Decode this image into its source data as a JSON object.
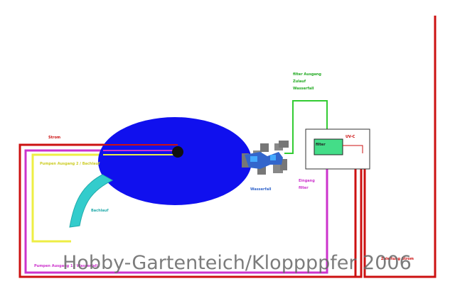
{
  "labels": {
    "strom": "Strom",
    "pumpen_ausgang_2": "Pumpen Ausgang 2 / Bachlauf",
    "bachlauf": "Bachlauf",
    "filter_ausgang": "filter Ausgang",
    "zulauf": "Zulauf",
    "wasserfall_top": "Wasserfall",
    "filter_box": "filter",
    "uvc": "UV-C",
    "eingang": "Eingang",
    "filter_under": "filter",
    "wasserfall_bottom": "Wasserfall",
    "pumpen_ausgang_1": "Pumpen Ausgang 1 / Wasserfall",
    "zuleitung_strom": "Zuleitung Strom"
  },
  "watermark": "Hobby-Gartenteich/Kloppppfer 2006",
  "colors": {
    "pond": "#1010ee",
    "strom": "#cc1111",
    "pump_out_1": "#cc33cc",
    "pump_out_2": "#eeee44",
    "bachlauf": "#33cccc",
    "filter_out": "#33cc33",
    "filter_box": "#44dd88",
    "waterfall": "#3366cc",
    "waterfall_stones": "#777777"
  }
}
